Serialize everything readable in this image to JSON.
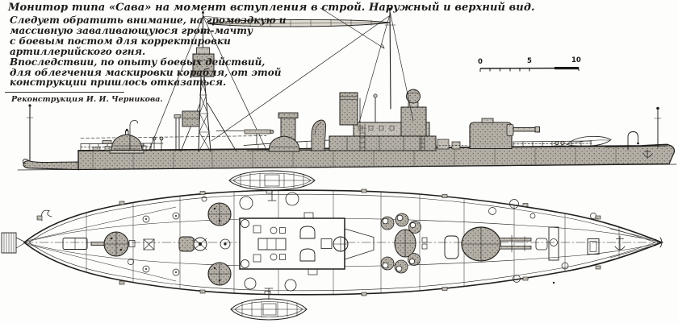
{
  "colors": {
    "paper": "#fdfdfb",
    "ink": "#211f1c",
    "hull_gray": "#b5b1a8",
    "stipple_dark": "#57534b"
  },
  "annotation": {
    "title": "Монитор типа «Сава» на момент вступления в строй. Наружный и верхний вид.",
    "note_lines": [
      "Следует обратить внимание, на громоздкую и",
      "массивную заваливающуюся грот-мачту",
      "с боевым постом для корректировки",
      "артиллерийского огня.",
      "Впоследствии, по опыту боевых действий,",
      "для облегчения маскировки корабля, от этой",
      "конструкции пришлось отказаться."
    ],
    "credit": "Реконструкция И. И. Черникова."
  },
  "scale_bar": {
    "labels": [
      "0",
      "5",
      "10"
    ]
  }
}
